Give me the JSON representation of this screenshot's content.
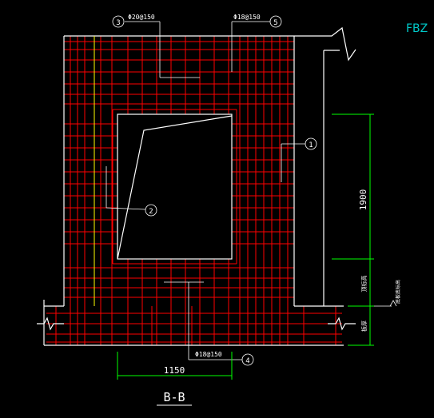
{
  "drawing": {
    "title": "B-B",
    "corner_label": "FBZ"
  },
  "callouts": [
    {
      "number": "1",
      "spec": ""
    },
    {
      "number": "2",
      "spec": ""
    },
    {
      "number": "3",
      "spec": "Φ20@150"
    },
    {
      "number": "4",
      "spec": "Φ18@150"
    },
    {
      "number": "5",
      "spec": "Φ18@150"
    }
  ],
  "dimensions": {
    "width": "1150",
    "height": "1900"
  },
  "levels": {
    "level_a": "顶标高",
    "level_b": "底板底标高",
    "level_c": "板厚"
  },
  "colors": {
    "background": "#000000",
    "rebar": "#ff0000",
    "outline": "#ffffff",
    "dimension": "#00ff00",
    "yellow_bar": "#ffff00",
    "title_text": "#00c8c8"
  }
}
